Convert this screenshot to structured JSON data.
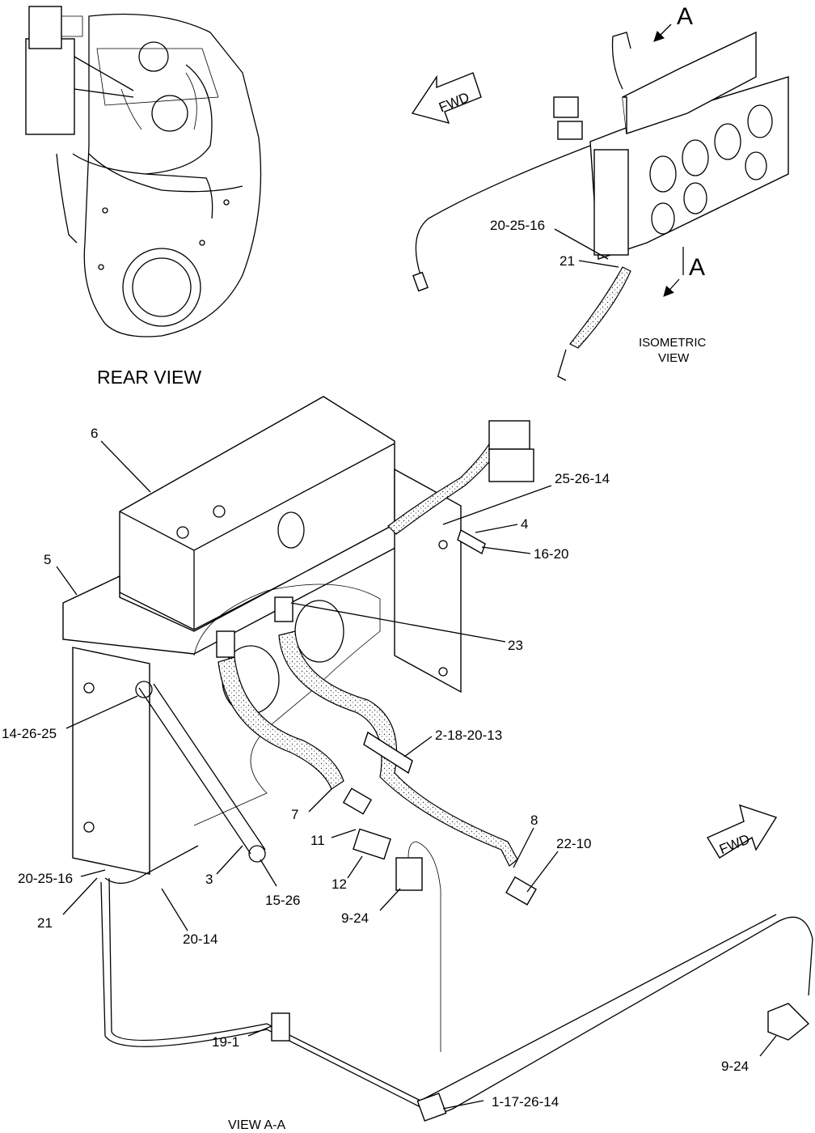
{
  "views": {
    "rear_title": "REAR VIEW",
    "isometric_line1": "ISOMETRIC",
    "isometric_line2": "VIEW",
    "section_title": "VIEW  A-A",
    "section_letter": "A"
  },
  "fwd_label": "FWD",
  "callouts": {
    "c1": "20-25-16",
    "c2": "21",
    "c3": "6",
    "c4": "25-26-14",
    "c5": "4",
    "c6": "16-20",
    "c7": "5",
    "c8": "23",
    "c9": "14-26-25",
    "c10": "2-18-20-13",
    "c11": "7",
    "c12": "11",
    "c13": "8",
    "c14": "22-10",
    "c15": "12",
    "c16": "20-25-16",
    "c17": "3",
    "c18": "15-26",
    "c19": "9-24",
    "c20": "21",
    "c21": "20-14",
    "c22": "9-24",
    "c23": "19-1",
    "c24": "1-17-26-14"
  },
  "colors": {
    "line": "#000000",
    "background": "#ffffff"
  }
}
